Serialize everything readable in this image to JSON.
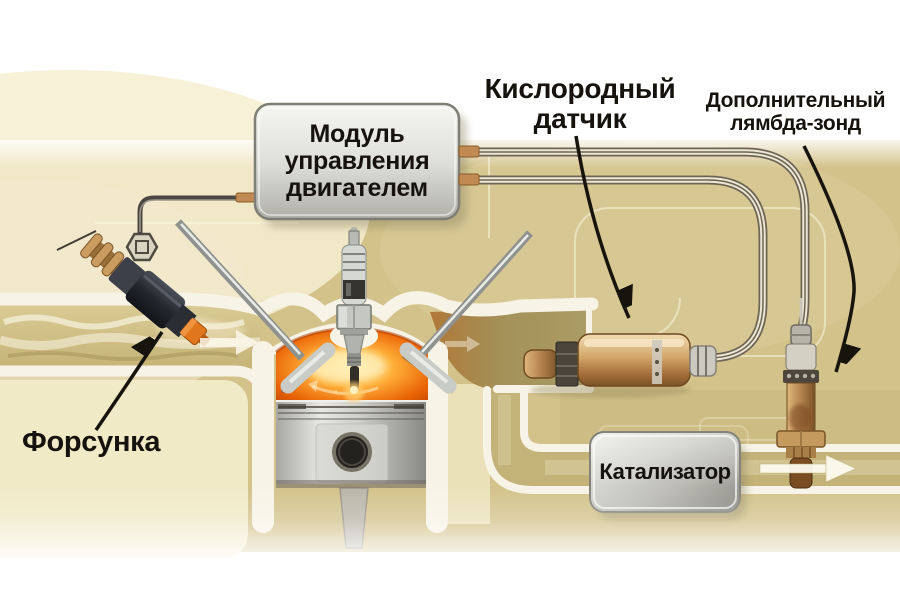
{
  "diagram": {
    "labels": {
      "module": "Модуль\nуправления\nдвигателем",
      "oxygen_sensor": "Кислородный\nдатчик",
      "extra_lambda_probe": "Дополнительный\nлямбда-зонд",
      "injector": "Форсунка",
      "catalyst": "Катализатор"
    },
    "flow_arrows": {
      "intake": "flow-right",
      "exhaust": "flow-right"
    },
    "colors": {
      "background": "#ffffff",
      "panel_tan": "#d3c28a",
      "panel_cream": "#f1eac6",
      "channel_white": "#f7f3e6",
      "combustion_orange": "#ff8c1f",
      "metal_box": "#d9d9d4",
      "copper": "#c08a52",
      "wire": "#6e6555",
      "text": "#16130e"
    }
  }
}
